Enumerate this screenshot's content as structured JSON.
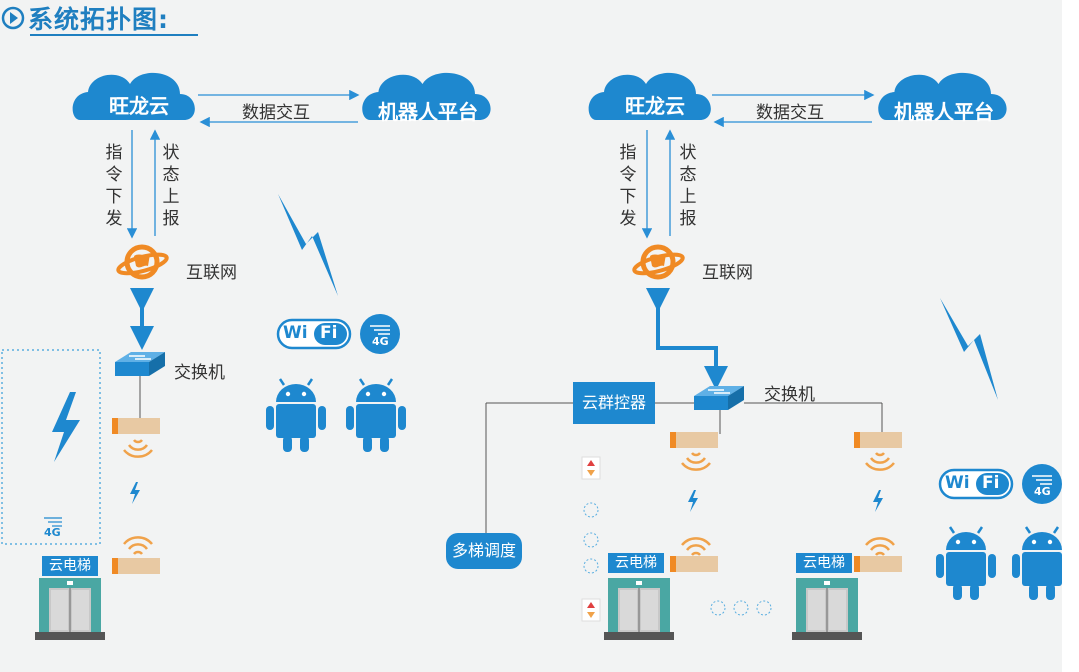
{
  "header": {
    "title": "系统拓扑图:"
  },
  "left": {
    "cloud_wanglong": "旺龙云",
    "cloud_robot": "机器人平台",
    "data_exchange": "数据交互",
    "cmd_down": [
      "指",
      "令",
      "下",
      "发"
    ],
    "status_up": [
      "状",
      "态",
      "上",
      "报"
    ],
    "internet": "互联网",
    "switch": "交换机",
    "cloud_elevator": "云电梯",
    "wifi_wi": "Wi",
    "wifi_fi": "Fi",
    "net_4g": "4G"
  },
  "right": {
    "cloud_wanglong": "旺龙云",
    "cloud_robot": "机器人平台",
    "data_exchange": "数据交互",
    "cmd_down": [
      "指",
      "令",
      "下",
      "发"
    ],
    "status_up": [
      "状",
      "态",
      "上",
      "报"
    ],
    "internet": "互联网",
    "switch": "交换机",
    "group_controller": "云群控器",
    "multi_dispatch": "多梯调度",
    "cloud_elevator_1": "云电梯",
    "cloud_elevator_2": "云电梯",
    "wifi_wi": "Wi",
    "wifi_fi": "Fi",
    "net_4g": "4G"
  },
  "colors": {
    "blue": "#1e88cf",
    "orange": "#f08a24",
    "bar": "#e8c9a3",
    "frame": "#4aa7a3"
  }
}
